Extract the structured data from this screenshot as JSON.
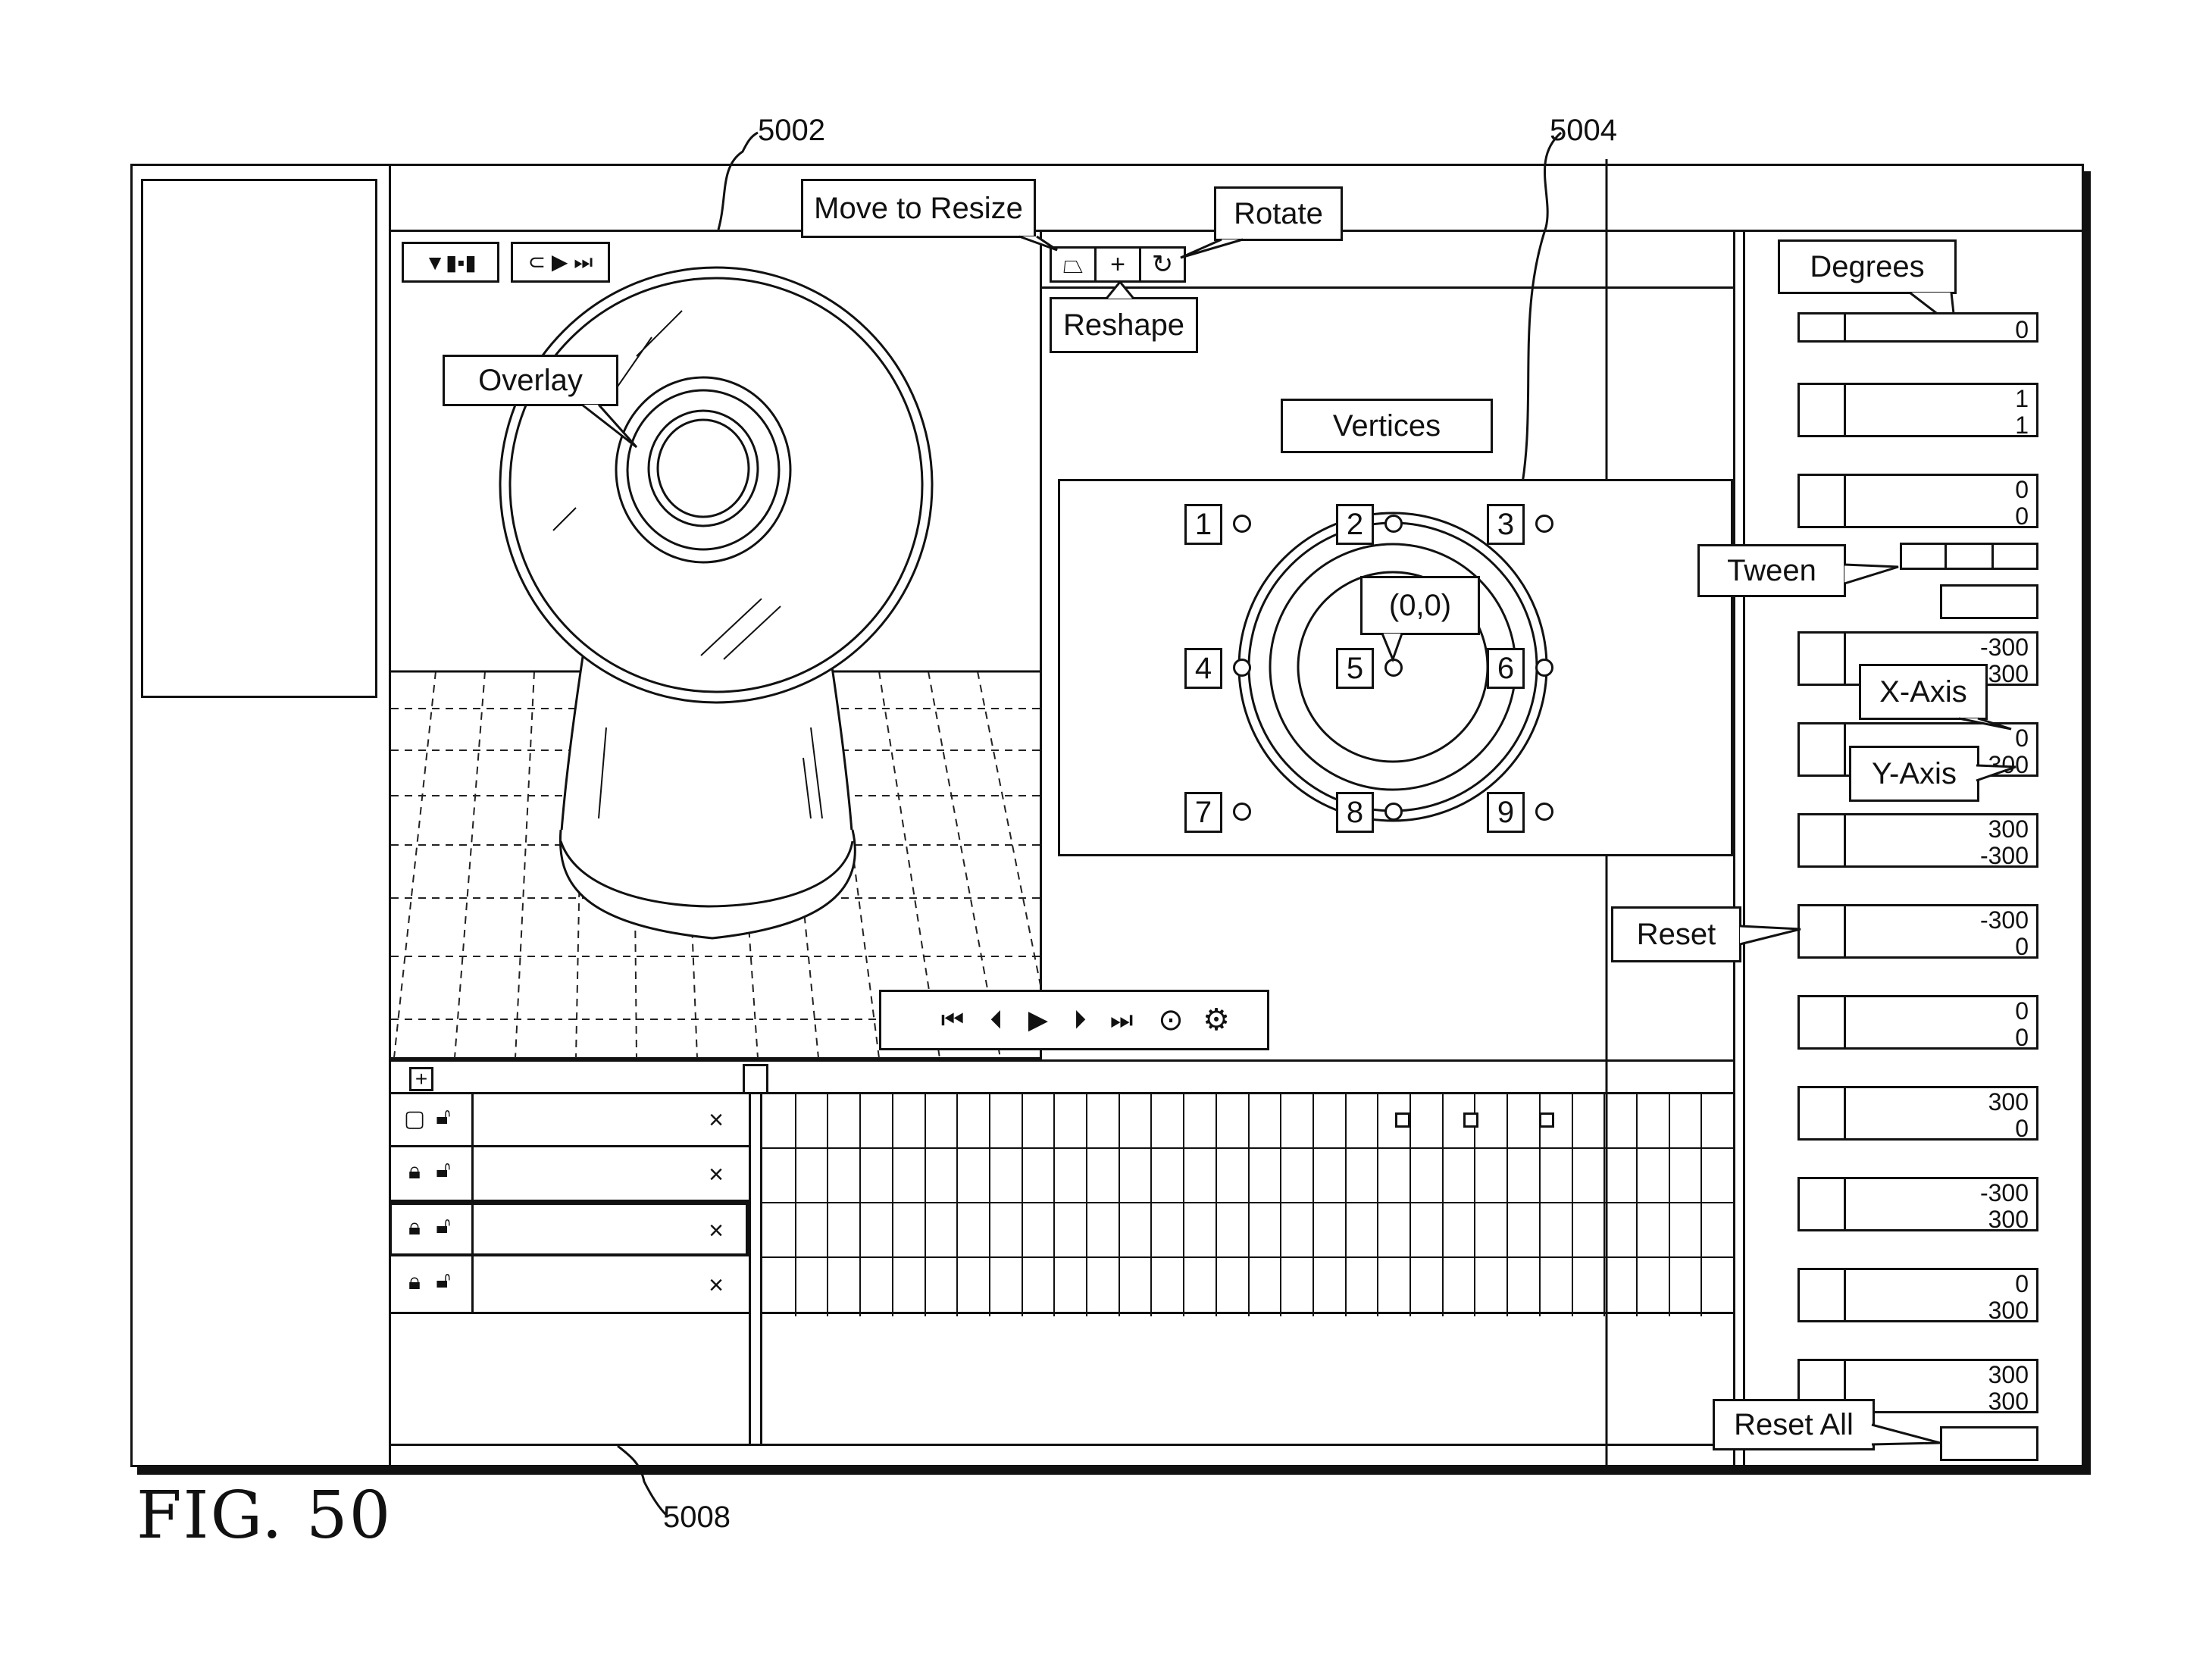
{
  "figure_label": "FIG. 50",
  "refs": {
    "viewport": "5002",
    "vertex_panel": "5004",
    "timeline": "5008"
  },
  "callouts": {
    "move_to_resize": "Move to Resize",
    "rotate": "Rotate",
    "reshape": "Reshape",
    "overlay": "Overlay",
    "vertices": "Vertices",
    "origin": "(0,0)",
    "degrees": "Degrees",
    "tween": "Tween",
    "x_axis": "X-Axis",
    "y_axis": "Y-Axis",
    "reset": "Reset",
    "reset_all": "Reset All"
  },
  "vertices": [
    "1",
    "2",
    "3",
    "4",
    "5",
    "6",
    "7",
    "8",
    "9"
  ],
  "fields": [
    {
      "v1": "",
      "v2": "0"
    },
    {
      "v1": "1",
      "v2": "1"
    },
    {
      "v1": "0",
      "v2": "0"
    },
    {
      "v1": "-300",
      "v2": "300"
    },
    {
      "v1": "0",
      "v2": "300"
    },
    {
      "v1": "300",
      "v2": "-300"
    },
    {
      "v1": "-300",
      "v2": "0"
    },
    {
      "v1": "0",
      "v2": "0"
    },
    {
      "v1": "300",
      "v2": "0"
    },
    {
      "v1": "-300",
      "v2": "300"
    },
    {
      "v1": "0",
      "v2": "300"
    },
    {
      "v1": "300",
      "v2": "300"
    }
  ],
  "layer_close_glyph": "×",
  "add_glyph": "+"
}
